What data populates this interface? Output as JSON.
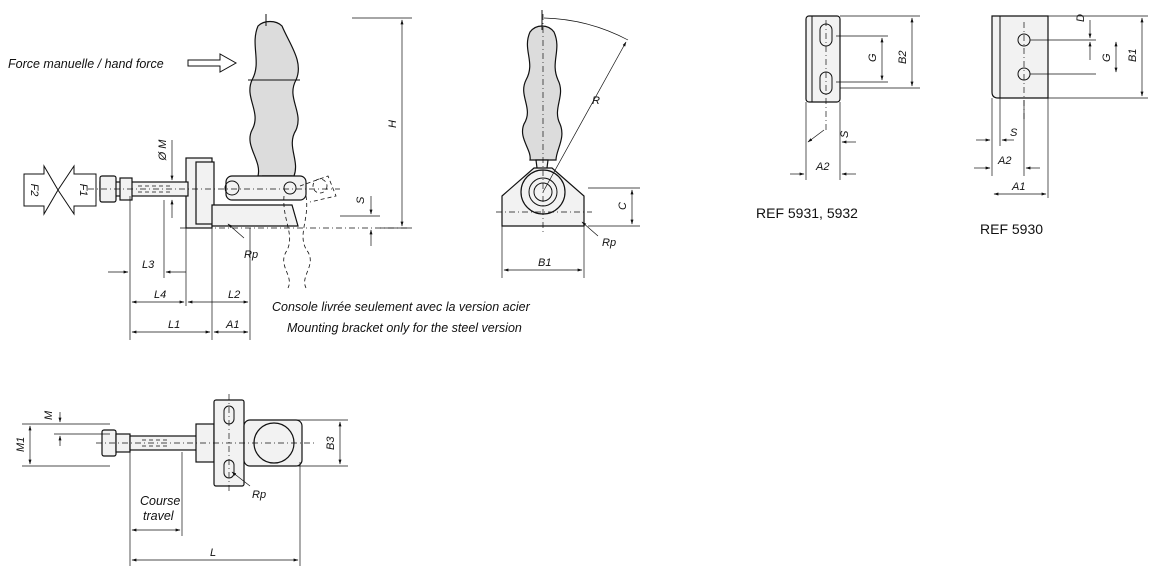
{
  "notes": {
    "hand_force": "Force manuelle / hand force",
    "bracket_fr": "Console livrée seulement avec la version acier",
    "bracket_en": "Mounting bracket only for the steel version",
    "course": "Course",
    "travel": "travel"
  },
  "references": {
    "ref_a": "REF 5931, 5932",
    "ref_b": "REF 5930"
  },
  "forces": {
    "f1": "F1",
    "f2": "F2"
  },
  "dims": {
    "H": "H",
    "S": "S",
    "Rp": "Rp",
    "dM": "Ø M",
    "L1": "L1",
    "L2": "L2",
    "L3": "L3",
    "L4": "L4",
    "A1": "A1",
    "A2": "A2",
    "R": "R",
    "C": "C",
    "B1": "B1",
    "B2": "B2",
    "B3": "B3",
    "G": "G",
    "D": "D",
    "M": "M",
    "M1": "M1",
    "L": "L"
  }
}
